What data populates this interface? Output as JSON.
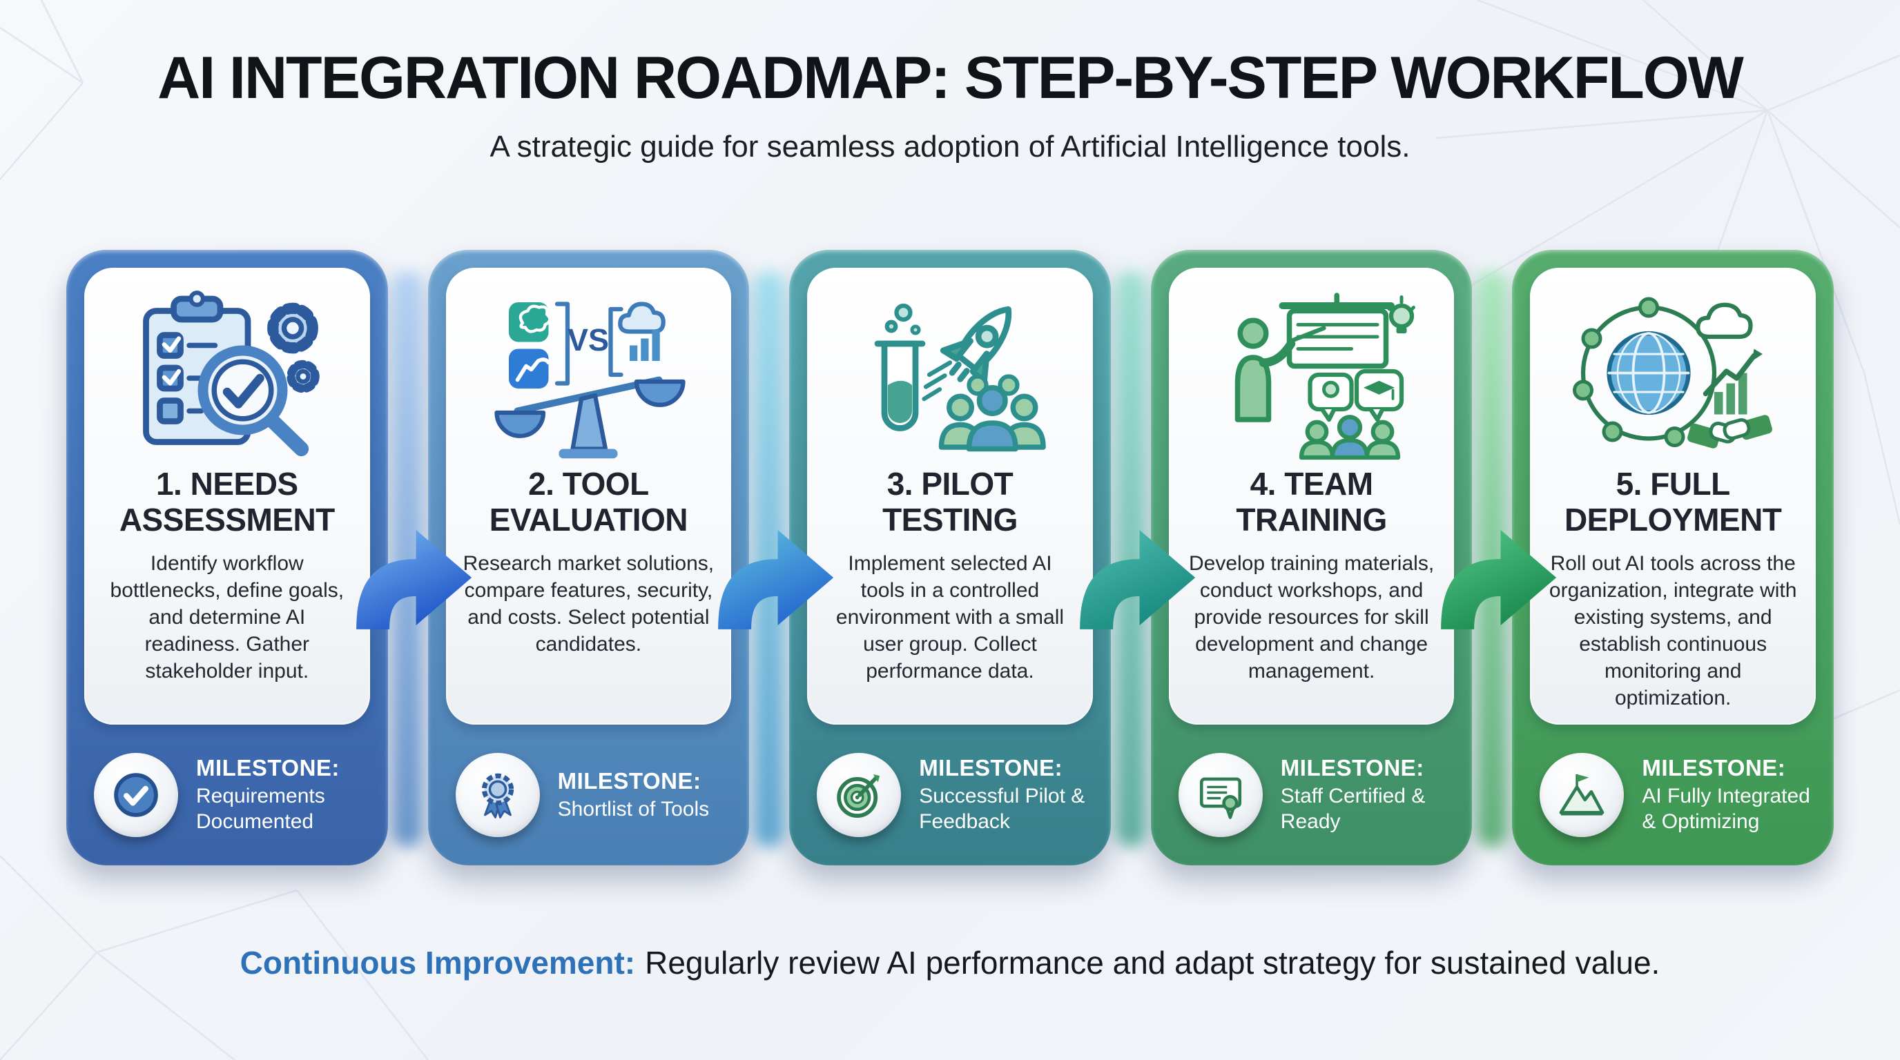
{
  "page": {
    "title": "AI INTEGRATION ROADMAP: STEP-BY-STEP WORKFLOW",
    "subtitle": "A strategic guide for seamless adoption of Artificial Intelligence tools."
  },
  "steps": [
    {
      "title": "1. NEEDS ASSESSMENT",
      "description": "Identify workflow bottlenecks, define goals, and determine AI readiness. Gather stakeholder input.",
      "icon": "needs-assessment-icon",
      "milestone_label": "MILESTONE:",
      "milestone_text": "Requirements Documented",
      "milestone_icon": "checkmark-circle-icon",
      "frame_color": "#3f6db3"
    },
    {
      "title": "2. TOOL EVALUATION",
      "description": "Research market solutions, compare features, security, and costs. Select potential candidates.",
      "icon": "tool-evaluation-icon",
      "icon_text": "VS",
      "milestone_label": "MILESTONE:",
      "milestone_text": "Shortlist of Tools",
      "milestone_icon": "award-ribbon-icon",
      "frame_color": "#5189bc"
    },
    {
      "title": "3. PILOT TESTING",
      "description": "Implement selected AI tools in a controlled environment with a small user group. Collect performance data.",
      "icon": "pilot-testing-icon",
      "milestone_label": "MILESTONE:",
      "milestone_text": "Successful Pilot & Feedback",
      "milestone_icon": "target-arrow-icon",
      "frame_color": "#3f8e98"
    },
    {
      "title": "4. TEAM TRAINING",
      "description": "Develop training materials, conduct workshops, and provide resources for skill development and change management.",
      "icon": "team-training-icon",
      "milestone_label": "MILESTONE:",
      "milestone_text": "Staff Certified & Ready",
      "milestone_icon": "certificate-icon",
      "frame_color": "#49996f"
    },
    {
      "title": "5. FULL DEPLOYMENT",
      "description": "Roll out AI tools across the organization, integrate with existing systems, and establish continuous monitoring and optimization.",
      "icon": "full-deployment-icon",
      "milestone_label": "MILESTONE:",
      "milestone_text": "AI Fully Integrated & Optimizing",
      "milestone_icon": "mountain-flag-icon",
      "frame_color": "#47a05f"
    }
  ],
  "footer": {
    "highlight": "Continuous Improvement:",
    "text": "Regularly review AI performance and adapt strategy for sustained value."
  },
  "colors": {
    "background": "#f3f5f9",
    "title_text": "#121318",
    "footer_accent": "#2d72b8",
    "arrow_blue": "#1e55c8",
    "arrow_blue_teal": "#2467cf",
    "arrow_teal": "#17897e",
    "arrow_green": "#1a8a4d"
  }
}
